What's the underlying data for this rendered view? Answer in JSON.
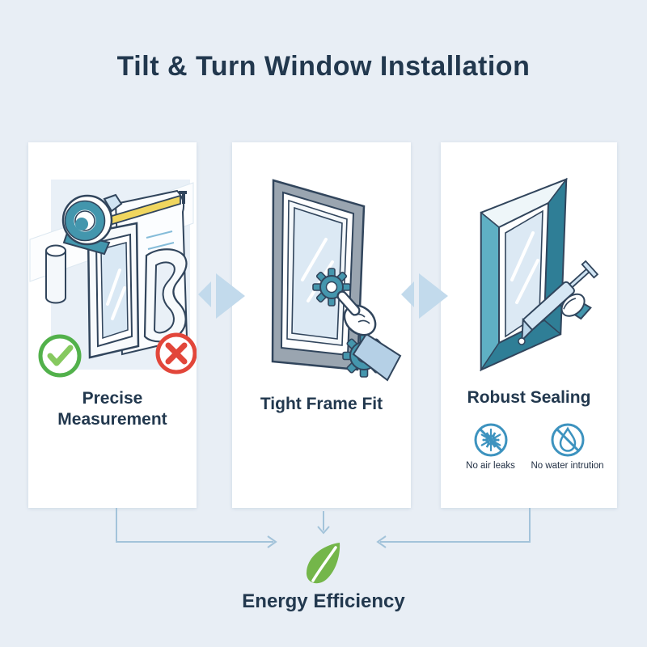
{
  "title": "Tilt & Turn Window Installation",
  "steps": [
    {
      "label": "Precise Measurement",
      "icons": [
        "tape-measure-icon",
        "blueprint-icon",
        "window-frame-icon",
        "warped-frame-icon",
        "check-icon",
        "x-icon"
      ]
    },
    {
      "label": "Tight Frame Fit",
      "icons": [
        "window-frame-icon",
        "gear-icon",
        "pointing-hand-icon"
      ]
    },
    {
      "label": "Robust Sealing",
      "icons": [
        "window-frame-icon",
        "caulk-gun-icon"
      ],
      "badges": [
        {
          "label": "No air leaks",
          "icon": "no-air-leaks-icon"
        },
        {
          "label": "No water intrution",
          "icon": "no-water-intrusion-icon"
        }
      ]
    }
  ],
  "flow": {
    "between_panels_icon": "chevron-right-arrow-icon",
    "converge_icon": "connector-arrows",
    "result_icon": "leaf-icon"
  },
  "footer": {
    "label": "Energy Efficiency"
  },
  "colors": {
    "navy": "#22384e",
    "teal": "#4396ad",
    "teal_dark": "#2f7e96",
    "teal_light": "#5fb0c4",
    "green": "#52b14b",
    "green_light": "#86c95f",
    "leaf": "#74b64a",
    "red": "#e2463a",
    "yellow": "#f0d65f",
    "glass": "#dce9f4",
    "gray_frame": "#9aa5b0",
    "line": "#a3c3da",
    "arrow": "#c2daec",
    "bg": "#e8eef5",
    "panel": "#ffffff",
    "icon_blue": "#3d93bf"
  }
}
